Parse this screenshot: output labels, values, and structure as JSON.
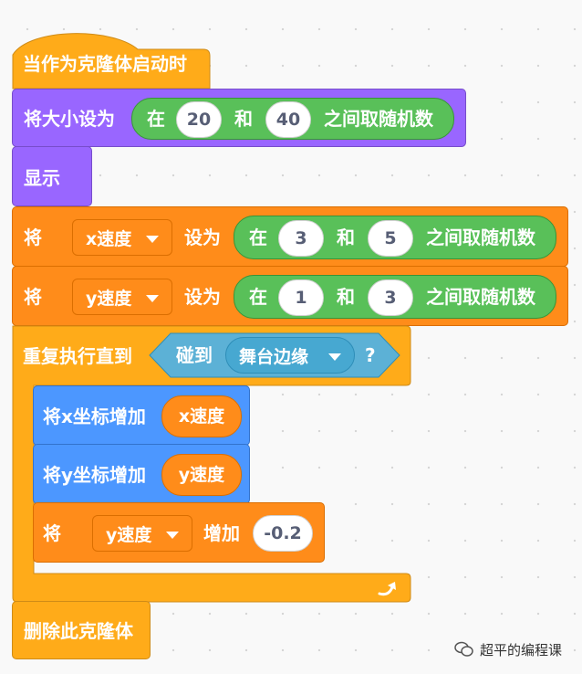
{
  "blocks": {
    "hat": "当作为克隆体启动时",
    "set_size": {
      "label": "将大小设为",
      "op_in": "在",
      "from": "20",
      "and": "和",
      "to": "40",
      "op_tail": "之间取随机数"
    },
    "show": "显示",
    "set_xspeed": {
      "label": "将",
      "var": "x速度",
      "set": "设为",
      "op_in": "在",
      "from": "3",
      "and": "和",
      "to": "5",
      "op_tail": "之间取随机数"
    },
    "set_yspeed": {
      "label": "将",
      "var": "y速度",
      "set": "设为",
      "op_in": "在",
      "from": "1",
      "and": "和",
      "to": "3",
      "op_tail": "之间取随机数"
    },
    "repeat_until": {
      "label": "重复执行直到",
      "touching": "碰到",
      "target": "舞台边缘",
      "q": "?"
    },
    "change_x": {
      "label": "将x坐标增加",
      "var": "x速度"
    },
    "change_y": {
      "label": "将y坐标增加",
      "var": "y速度"
    },
    "change_var": {
      "label": "将",
      "var": "y速度",
      "op": "增加",
      "value": "-0.2"
    },
    "delete": "删除此克隆体"
  },
  "watermark": "超平的编程课",
  "colors": {
    "events_control": "#FFAB19",
    "looks": "#9966FF",
    "motion": "#4C97FF",
    "operators": "#59C059",
    "variables": "#FF8C1A",
    "sensing": "#5CB1D6"
  }
}
